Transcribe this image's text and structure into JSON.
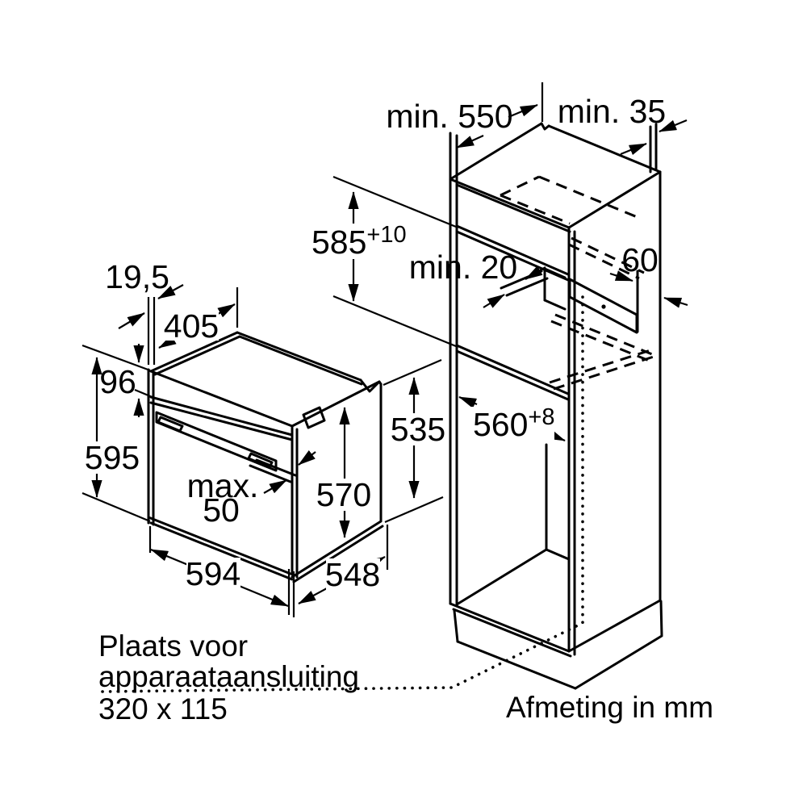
{
  "page": {
    "background": "#ffffff",
    "line_color": "#000000"
  },
  "oven": {
    "dims": {
      "top_offset": "19,5",
      "top_depth": "405",
      "panel_height": "96",
      "front_height": "595",
      "door_gap_label": "max.",
      "door_gap_value": "50",
      "body_height": "570",
      "rear_height": "535",
      "width": "594",
      "depth": "548"
    }
  },
  "cabinet": {
    "dims": {
      "depth_min": "min. 550",
      "wall_gap_min": "min. 35",
      "niche_height": "585",
      "niche_height_tol": "+10",
      "rear_vent_min": "min. 20",
      "connection_side_gap": "60",
      "niche_width": "560",
      "niche_width_tol": "+8"
    }
  },
  "footer": {
    "connection_note_line1": "Plaats voor",
    "connection_note_line2": "apparaataansluiting",
    "connection_note_line3": "320 x 115",
    "units_note": "Afmeting in mm"
  }
}
